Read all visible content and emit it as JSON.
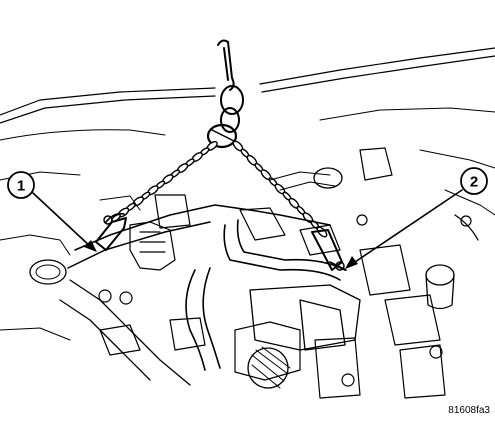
{
  "callouts": [
    {
      "number": "1"
    },
    {
      "number": "2"
    }
  ],
  "figure_id": "81608fa3"
}
